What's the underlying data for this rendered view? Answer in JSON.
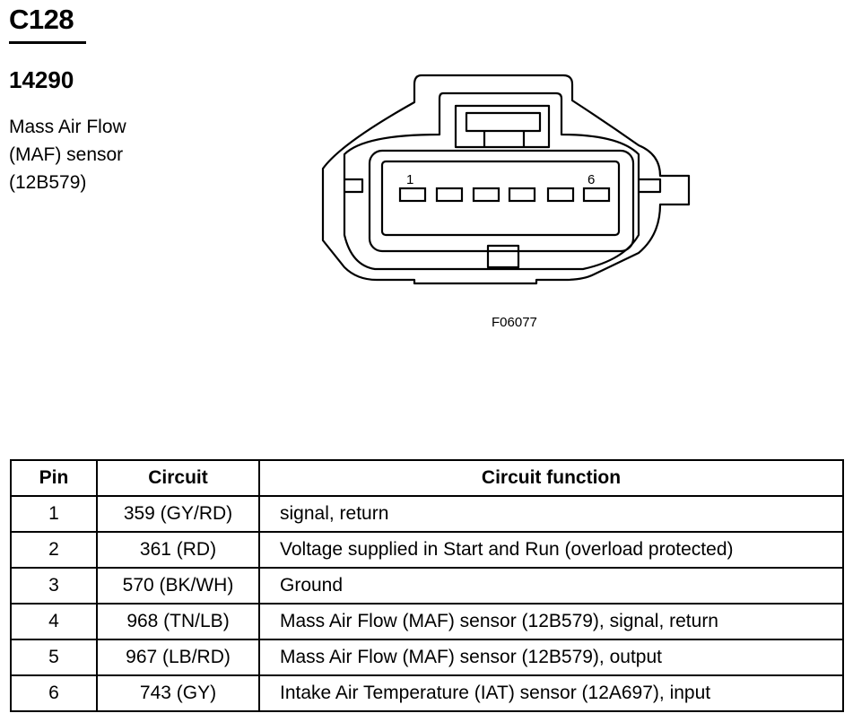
{
  "connector": {
    "id": "C128",
    "part_number": "14290",
    "description_lines": [
      "Mass Air Flow",
      "(MAF) sensor",
      "(12B579)"
    ],
    "figure_code": "F06077",
    "pin_label_first": "1",
    "pin_label_last": "6"
  },
  "table": {
    "headers": {
      "pin": "Pin",
      "circuit": "Circuit",
      "function": "Circuit function"
    },
    "rows": [
      {
        "pin": "1",
        "circuit": "359 (GY/RD)",
        "function": "signal, return"
      },
      {
        "pin": "2",
        "circuit": "361 (RD)",
        "function": "Voltage supplied in Start and Run (overload protected)"
      },
      {
        "pin": "3",
        "circuit": "570 (BK/WH)",
        "function": "Ground"
      },
      {
        "pin": "4",
        "circuit": "968 (TN/LB)",
        "function": "Mass Air Flow (MAF) sensor (12B579), signal, return"
      },
      {
        "pin": "5",
        "circuit": "967 (LB/RD)",
        "function": "Mass Air Flow (MAF) sensor (12B579), output"
      },
      {
        "pin": "6",
        "circuit": "743 (GY)",
        "function": "Intake Air Temperature (IAT) sensor (12A697), input"
      }
    ]
  }
}
